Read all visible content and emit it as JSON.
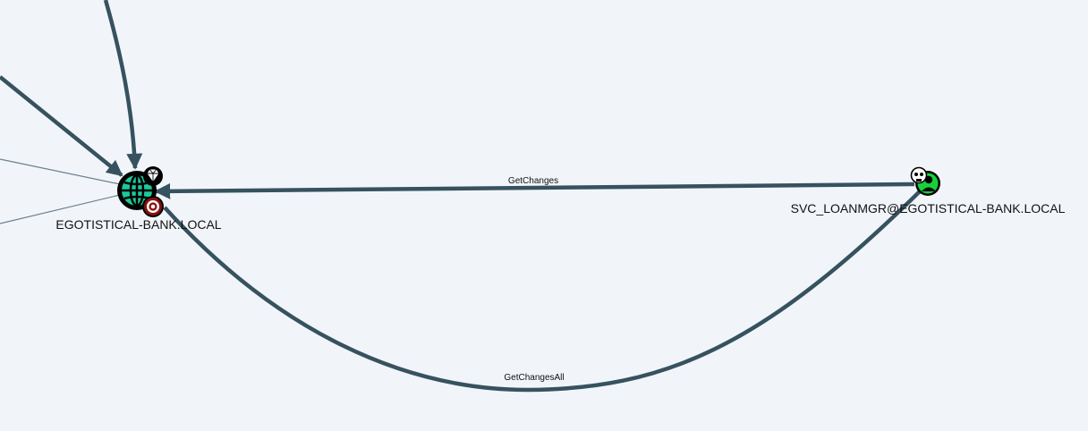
{
  "graph": {
    "background": "#f1f5fa",
    "edge_color": "#37525f",
    "thin_edge_color": "#6c808a",
    "nodes": {
      "domain": {
        "label": "EGOTISTICAL-BANK.LOCAL",
        "type": "domain",
        "icon": "globe-icon",
        "icon_color": "#1bc99a",
        "badges": [
          "diamond-icon",
          "target-icon"
        ]
      },
      "user": {
        "label": "SVC_LOANMGR@EGOTISTICAL-BANK.LOCAL",
        "type": "user",
        "icon": "user-icon",
        "icon_color": "#17d13b",
        "badges": [
          "skull-icon"
        ]
      }
    },
    "edges": {
      "get_changes": {
        "label": "GetChanges"
      },
      "get_changes_all": {
        "label": "GetChangesAll"
      }
    }
  }
}
